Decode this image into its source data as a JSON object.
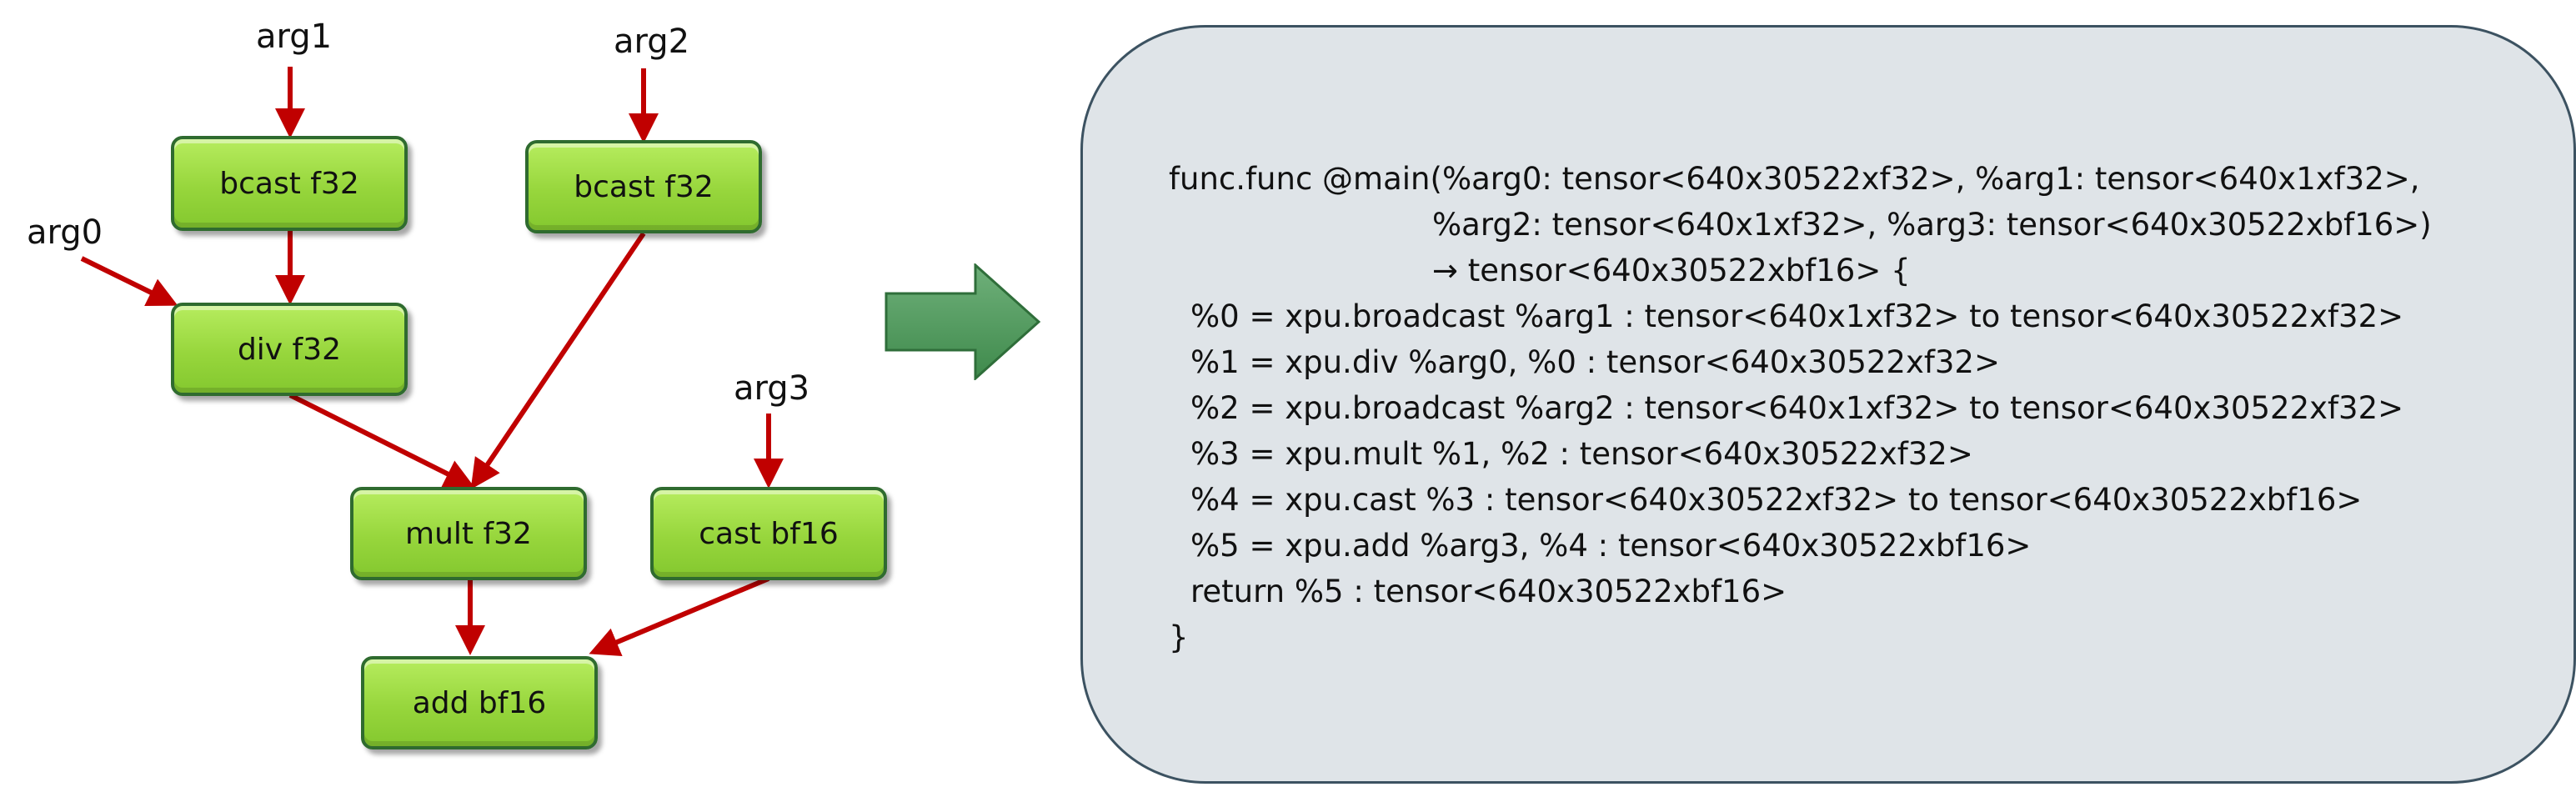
{
  "graph": {
    "args": {
      "arg0": "arg0",
      "arg1": "arg1",
      "arg2": "arg2",
      "arg3": "arg3"
    },
    "nodes": {
      "bcast1": "bcast f32",
      "bcast2": "bcast f32",
      "div": "div f32",
      "mult": "mult f32",
      "cast": "cast bf16",
      "add": "add bf16"
    },
    "colors": {
      "edge": "#c00000",
      "node_fill": "#9bd843",
      "node_border": "#2f6b2f",
      "transform_arrow": "#4f9a5f"
    }
  },
  "transform_arrow_icon": "right-arrow-icon",
  "code": {
    "lines": [
      "func.func @main(%arg0: tensor<640x30522xf32>, %arg1: tensor<640x1xf32>,",
      "%arg2: tensor<640x1xf32>, %arg3: tensor<640x30522xbf16>)",
      "→ tensor<640x30522xbf16> {",
      "%0 = xpu.broadcast %arg1 : tensor<640x1xf32> to tensor<640x30522xf32>",
      "%1 = xpu.div %arg0, %0 : tensor<640x30522xf32>",
      "%2 = xpu.broadcast %arg2 : tensor<640x1xf32> to tensor<640x30522xf32>",
      "%3 = xpu.mult %1, %2 : tensor<640x30522xf32>",
      "%4 = xpu.cast %3 : tensor<640x30522xf32> to tensor<640x30522xbf16>",
      "%5 = xpu.add %arg3, %4 : tensor<640x30522xbf16>",
      "return %5 : tensor<640x30522xbf16>",
      "}"
    ],
    "panel_color": "#dfe4e8"
  }
}
